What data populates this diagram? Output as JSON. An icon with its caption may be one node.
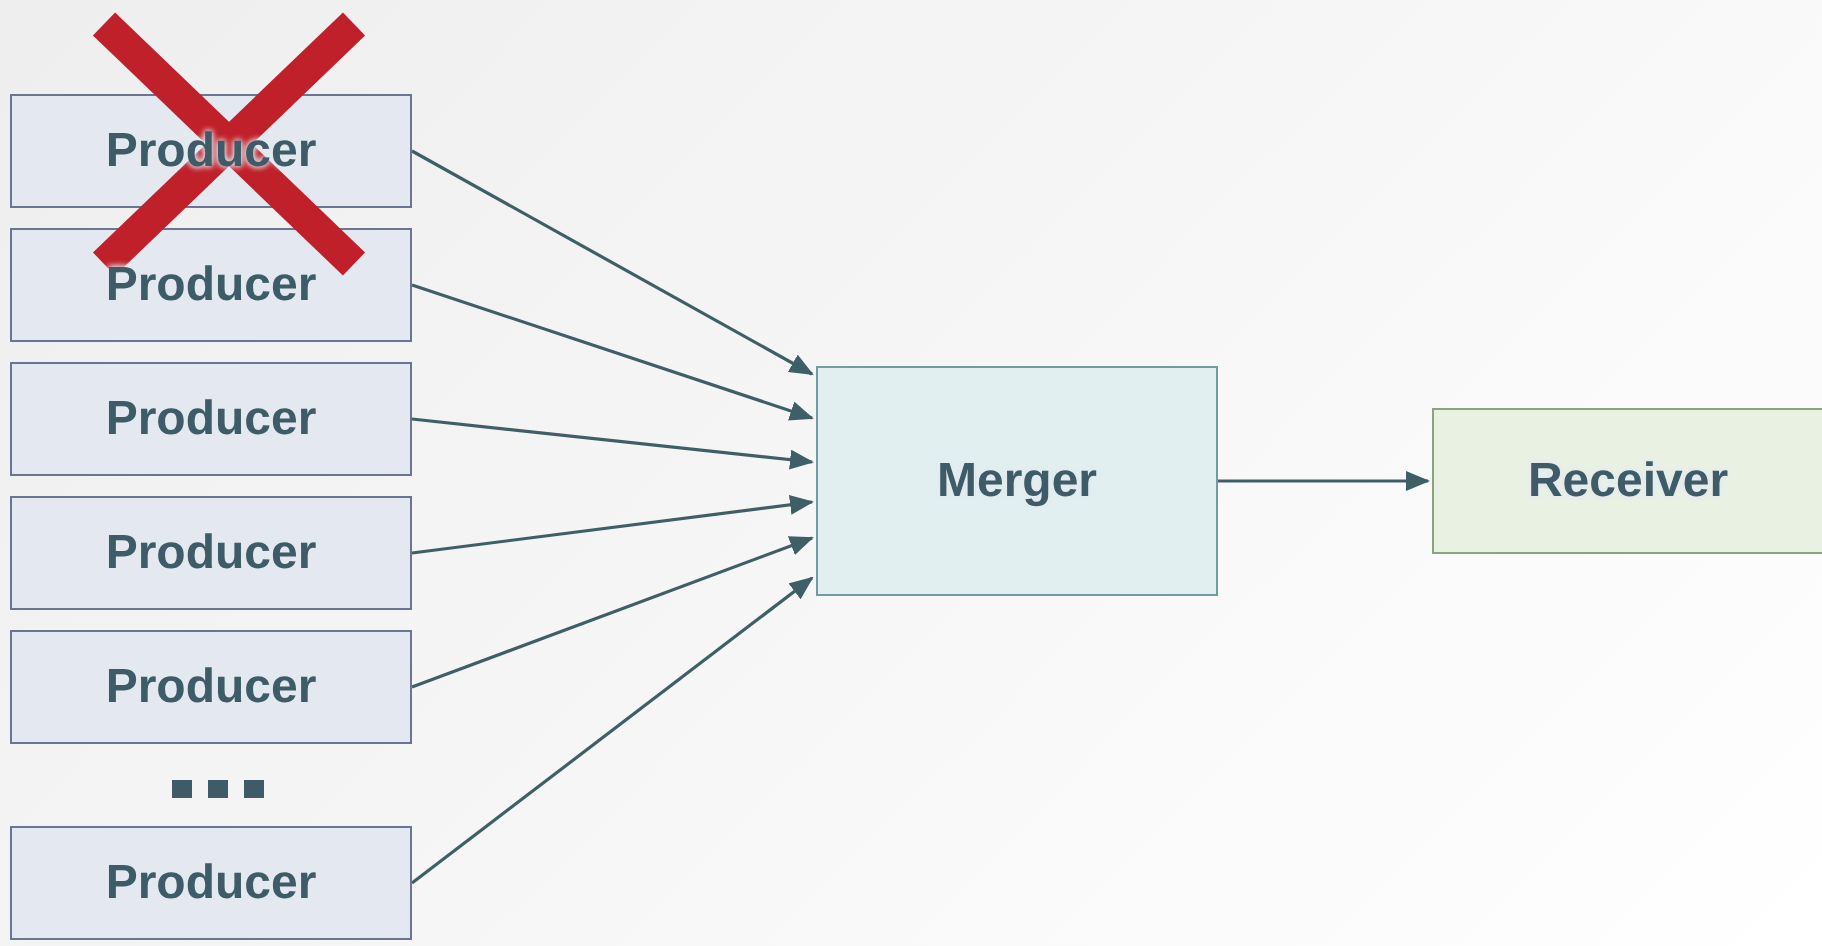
{
  "diagram": {
    "nodes": [
      {
        "text": [
          "Producer"
        ]
      },
      {
        "text": [
          "Producer"
        ]
      },
      {
        "text": [
          "Producer"
        ]
      },
      {
        "text": [
          "Producer"
        ]
      },
      {
        "text": [
          "Producer"
        ]
      },
      {
        "text": [
          "Producer"
        ]
      },
      {
        "text": [
          "Merger"
        ]
      },
      {
        "text": [
          "Receiver"
        ]
      }
    ],
    "edges": [
      {
        "from": 0,
        "to": 6,
        "arrow": "to"
      },
      {
        "from": 1,
        "to": 6,
        "arrow": "to"
      },
      {
        "from": 2,
        "to": 6,
        "arrow": "to"
      },
      {
        "from": 3,
        "to": 6,
        "arrow": "to"
      },
      {
        "from": 4,
        "to": 6,
        "arrow": "to"
      },
      {
        "from": 5,
        "to": 6,
        "arrow": "to"
      },
      {
        "from": 6,
        "to": 7,
        "arrow": "to"
      }
    ]
  }
}
